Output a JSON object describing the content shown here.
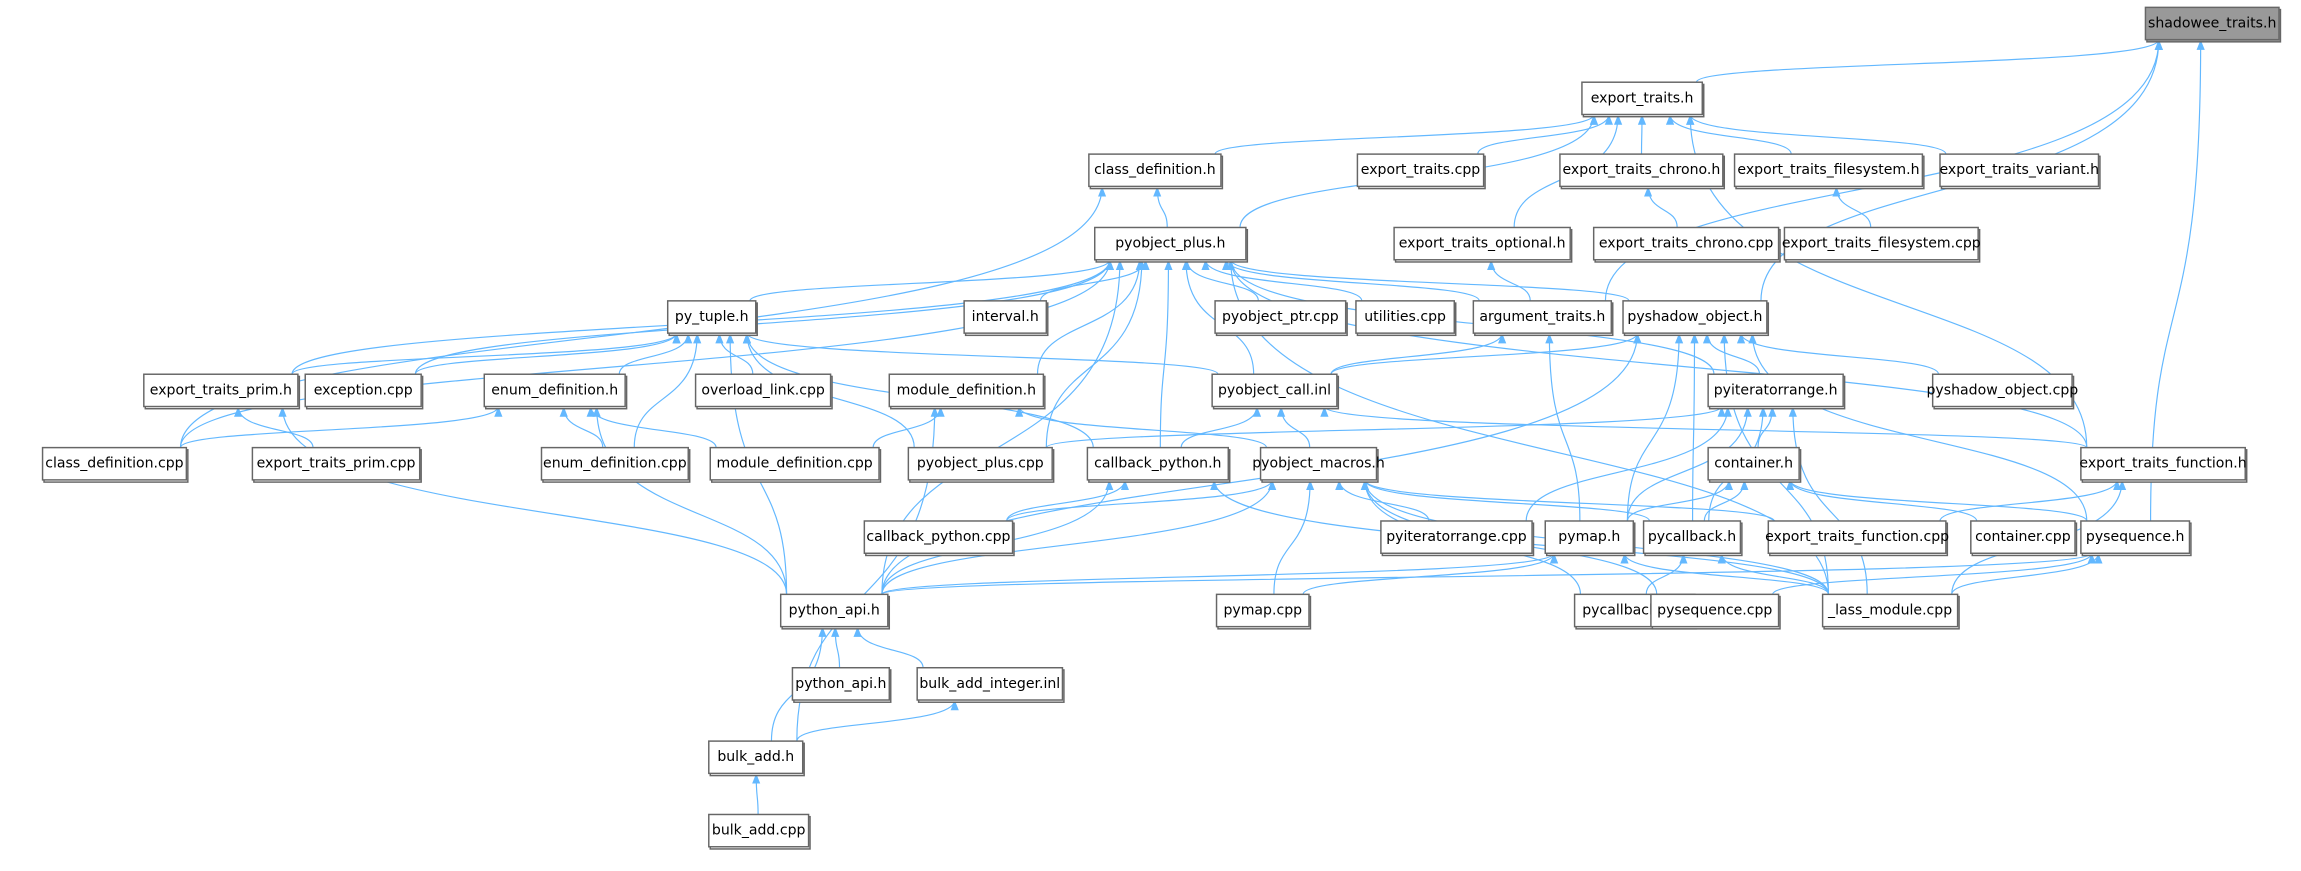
{
  "title": "shadowee_traits.h include dependency graph",
  "colors": {
    "edge": "#63b8ff",
    "node_border": "#666666",
    "root_fill": "#999999",
    "node_fill": "#ffffff"
  },
  "root": "shadowee",
  "nodes": {
    "shadowee": "shadowee_traits.h",
    "et": "export_traits.h",
    "cdh": "class_definition.h",
    "etcpp": "export_traits.cpp",
    "etch": "export_traits_chrono.h",
    "etfh": "export_traits_filesystem.h",
    "etvh": "export_traits_variant.h",
    "pop": "pyobject_plus.h",
    "etoh": "export_traits_optional.h",
    "etccpp": "export_traits_chrono.cpp",
    "etfcpp": "export_traits_filesystem.cpp",
    "pyt": "py_tuple.h",
    "interval": "interval.h",
    "poptr": "pyobject_ptr.cpp",
    "util": "utilities.cpp",
    "at": "argument_traits.h",
    "psoh": "pyshadow_object.h",
    "etph": "export_traits_prim.h",
    "exc": "exception.cpp",
    "edh": "enum_definition.h",
    "olc": "overload_link.cpp",
    "mdh": "module_definition.h",
    "poc": "pyobject_call.inl",
    "pirh": "pyiteratorrange.h",
    "psocpp": "pyshadow_object.cpp",
    "cdcpp": "class_definition.cpp",
    "etpcpp": "export_traits_prim.cpp",
    "edcpp": "enum_definition.cpp",
    "mdcpp": "module_definition.cpp",
    "popcpp": "pyobject_plus.cpp",
    "cbph": "callback_python.h",
    "pomh": "pyobject_macros.h",
    "conth": "container.h",
    "etfuh": "export_traits_function.h",
    "cbpcpp": "callback_python.cpp",
    "pircpp": "pyiteratorrange.cpp",
    "pymaph": "pymap.h",
    "pycbh": "pycallback.h",
    "etfucpp": "export_traits_function.cpp",
    "contcpp": "container.cpp",
    "pyseqh": "pysequence.h",
    "pyapi": "python_api.h",
    "pymapcpp": "pymap.cpp",
    "pycbcpp": "pycallback.cpp",
    "pyseqcpp": "pysequence.cpp",
    "lass": "_lass_module.cpp",
    "pyapi2": "python_api.h",
    "bai": "bulk_add_integer.inl",
    "bah": "bulk_add.h",
    "bacpp": "bulk_add.cpp"
  },
  "edges": [
    [
      "et",
      "shadowee"
    ],
    [
      "psoh",
      "shadowee"
    ],
    [
      "at",
      "shadowee"
    ],
    [
      "pyseqh",
      "shadowee"
    ],
    [
      "cdh",
      "et"
    ],
    [
      "pop",
      "et"
    ],
    [
      "etcpp",
      "et"
    ],
    [
      "etoh",
      "et"
    ],
    [
      "etch",
      "et"
    ],
    [
      "etfh",
      "et"
    ],
    [
      "etvh",
      "et"
    ],
    [
      "etfuh",
      "et"
    ],
    [
      "cdcpp",
      "cdh"
    ],
    [
      "pop",
      "cdh"
    ],
    [
      "etccpp",
      "etch"
    ],
    [
      "etfcpp",
      "etfh"
    ],
    [
      "at",
      "etoh"
    ],
    [
      "pyt",
      "pop"
    ],
    [
      "interval",
      "pop"
    ],
    [
      "poptr",
      "pop"
    ],
    [
      "util",
      "pop"
    ],
    [
      "at",
      "pop"
    ],
    [
      "psoh",
      "pop"
    ],
    [
      "etph",
      "pop"
    ],
    [
      "exc",
      "pop"
    ],
    [
      "mdh",
      "pop"
    ],
    [
      "poc",
      "pop"
    ],
    [
      "pirh",
      "pop"
    ],
    [
      "cdcpp",
      "pop"
    ],
    [
      "pyapi",
      "pop"
    ],
    [
      "popcpp",
      "pop"
    ],
    [
      "cbph",
      "pop"
    ],
    [
      "etfuh",
      "pop"
    ],
    [
      "lass",
      "pop"
    ],
    [
      "etph",
      "pyt"
    ],
    [
      "exc",
      "pyt"
    ],
    [
      "edh",
      "pyt"
    ],
    [
      "olc",
      "pyt"
    ],
    [
      "edcpp",
      "pyt"
    ],
    [
      "pyapi",
      "pyt"
    ],
    [
      "popcpp",
      "pyt"
    ],
    [
      "cbph",
      "pyt"
    ],
    [
      "poc",
      "pyt"
    ],
    [
      "etpcpp",
      "etph"
    ],
    [
      "pyapi",
      "etph"
    ],
    [
      "cdcpp",
      "edh"
    ],
    [
      "edcpp",
      "edh"
    ],
    [
      "mdcpp",
      "edh"
    ],
    [
      "pyapi",
      "edh"
    ],
    [
      "mdcpp",
      "mdh"
    ],
    [
      "bah",
      "mdh"
    ],
    [
      "pomh",
      "mdh"
    ],
    [
      "poc",
      "at"
    ],
    [
      "pymaph",
      "at"
    ],
    [
      "poc",
      "psoh"
    ],
    [
      "pirh",
      "psoh"
    ],
    [
      "psocpp",
      "psoh"
    ],
    [
      "pymaph",
      "psoh"
    ],
    [
      "pycbh",
      "psoh"
    ],
    [
      "pyapi",
      "psoh"
    ],
    [
      "pyseqh",
      "psoh"
    ],
    [
      "lass",
      "psoh"
    ],
    [
      "cbph",
      "poc"
    ],
    [
      "pomh",
      "poc"
    ],
    [
      "etfuh",
      "poc"
    ],
    [
      "popcpp",
      "pirh"
    ],
    [
      "conth",
      "pirh"
    ],
    [
      "pymaph",
      "pirh"
    ],
    [
      "pycbh",
      "pirh"
    ],
    [
      "pircpp",
      "pirh"
    ],
    [
      "lass",
      "pirh"
    ],
    [
      "cbpcpp",
      "cbph"
    ],
    [
      "pyapi",
      "cbph"
    ],
    [
      "lass",
      "cbph"
    ],
    [
      "pircpp",
      "pomh"
    ],
    [
      "pymapcpp",
      "pomh"
    ],
    [
      "pycbcpp",
      "pomh"
    ],
    [
      "pyseqcpp",
      "pomh"
    ],
    [
      "lass",
      "pomh"
    ],
    [
      "pyapi",
      "pomh"
    ],
    [
      "cbpcpp",
      "pomh"
    ],
    [
      "etfucpp",
      "pomh"
    ],
    [
      "pycbh",
      "pomh"
    ],
    [
      "pymaph",
      "conth"
    ],
    [
      "pycbh",
      "conth"
    ],
    [
      "contcpp",
      "conth"
    ],
    [
      "pyseqh",
      "conth"
    ],
    [
      "etfucpp",
      "etfuh"
    ],
    [
      "lass",
      "etfuh"
    ],
    [
      "pyapi",
      "pymaph"
    ],
    [
      "pymapcpp",
      "pymaph"
    ],
    [
      "lass",
      "pymaph"
    ],
    [
      "pycbcpp",
      "pycbh"
    ],
    [
      "lass",
      "pycbh"
    ],
    [
      "pyapi",
      "pyseqh"
    ],
    [
      "pyseqcpp",
      "pyseqh"
    ],
    [
      "lass",
      "pyseqh"
    ],
    [
      "pyapi2",
      "pyapi"
    ],
    [
      "bai",
      "pyapi"
    ],
    [
      "bah",
      "pyapi"
    ],
    [
      "bah",
      "bai"
    ],
    [
      "bacpp",
      "bah"
    ]
  ]
}
